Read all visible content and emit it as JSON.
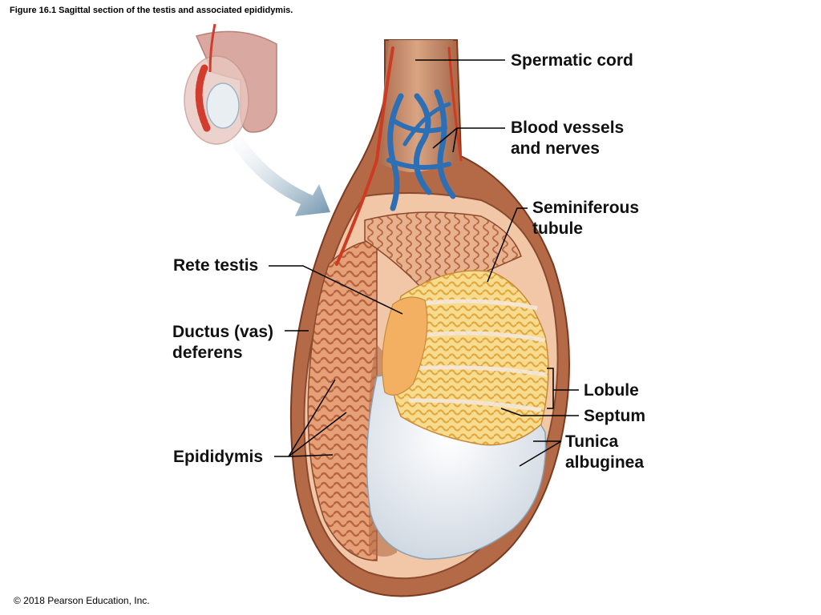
{
  "figure_caption": "Figure 16.1 Sagittal section of the testis and associated epididymis.",
  "copyright": "© 2018 Pearson Education, Inc.",
  "labels": {
    "spermatic_cord": "Spermatic cord",
    "blood_vessels_1": "Blood vessels",
    "blood_vessels_2": "and nerves",
    "seminiferous_1": "Seminiferous",
    "seminiferous_2": "tubule",
    "rete_testis": "Rete testis",
    "ductus_1": "Ductus (vas)",
    "ductus_2": "deferens",
    "lobule": "Lobule",
    "septum": "Septum",
    "tunica_1": "Tunica",
    "tunica_2": "albuginea",
    "epididymis": "Epididymis"
  },
  "colors": {
    "tissue": "#c8825a",
    "tissue_dark": "#9a5236",
    "epididymis": "#e8a07a",
    "tubule": "#f2c865",
    "vein": "#2d6fb5",
    "artery": "#cc3b22",
    "testis_white": "#e9eef3",
    "arrow": "#9fb8c8",
    "skin": "#d9a8a0"
  }
}
